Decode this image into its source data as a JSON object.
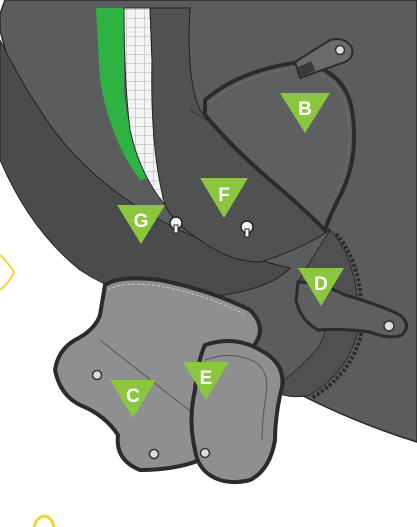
{
  "diagram": {
    "labels": {
      "B": "B",
      "C": "C",
      "D": "D",
      "E": "E",
      "F": "F",
      "G": "G"
    },
    "colors": {
      "shell": "#5a5b5d",
      "liner_dark": "#4a4b4d",
      "pad_gray": "#8e8f91",
      "edge_stitch": "#2b2b2b",
      "accent_green": "#2eb342",
      "marker_green": "#8cc63f",
      "grid_white": "#f4f4f4",
      "outline_yellow": "#f2d43a"
    }
  }
}
